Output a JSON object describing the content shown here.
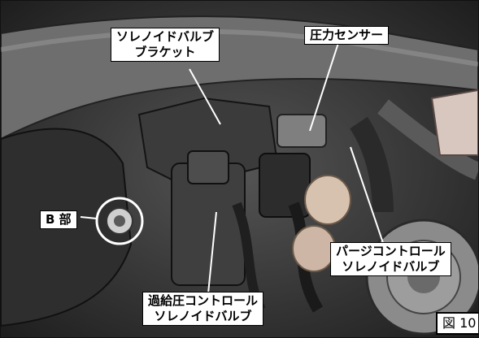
{
  "labels": {
    "solenoid_bracket": [
      "ソレノイドバルブ",
      "ブラケット"
    ],
    "pressure_sensor": "圧力センサー",
    "b_part": "B 部",
    "purge_valve": [
      "パージコントロール",
      "ソレノイドバルブ"
    ],
    "boost_valve": [
      "過給圧コントロール",
      "ソレノイドバルブ"
    ],
    "figure": "図 10"
  },
  "colors": {
    "label_bg": "#ffffff",
    "label_text": "#000000",
    "leader": "#ffffff"
  }
}
